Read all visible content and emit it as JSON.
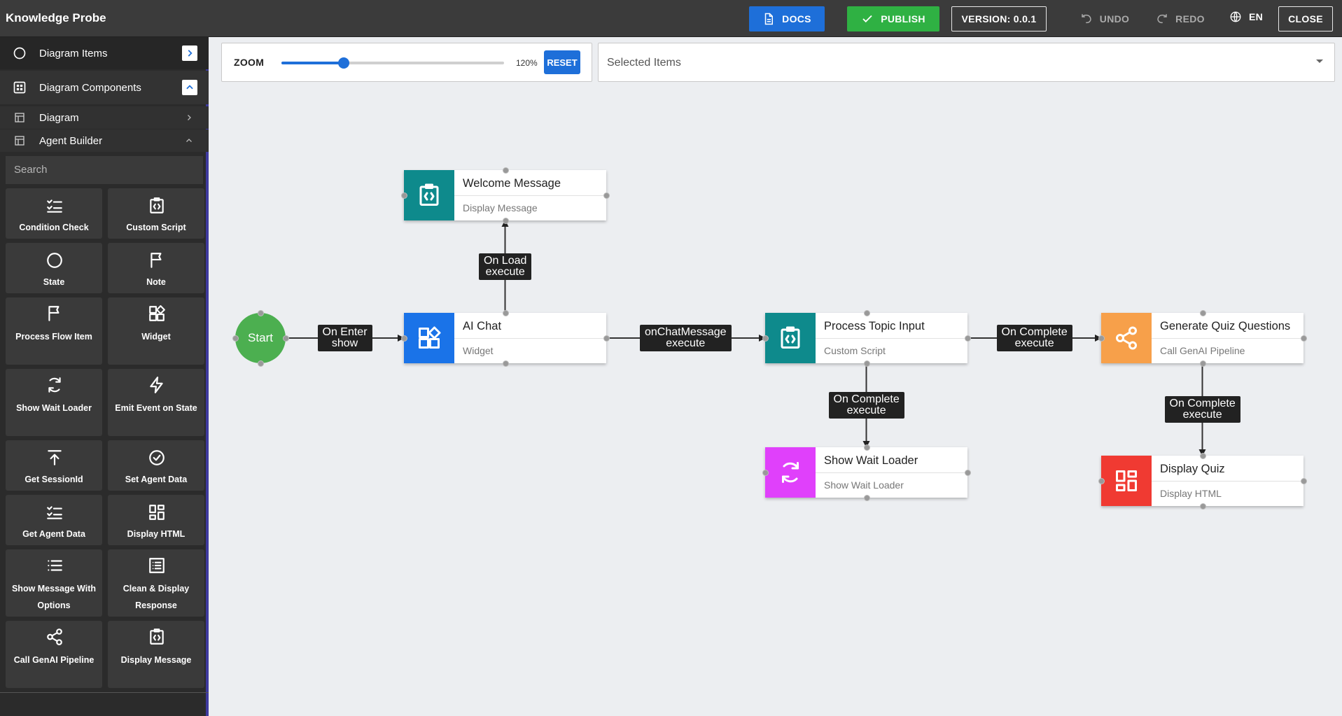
{
  "app": {
    "title": "Knowledge Probe"
  },
  "toolbar": {
    "docs": "DOCS",
    "publish": "PUBLISH",
    "version": "VERSION: 0.0.1",
    "undo": "UNDO",
    "redo": "REDO",
    "language": "EN",
    "close": "CLOSE"
  },
  "sidebar": {
    "diagram_items": "Diagram Items",
    "diagram_components": "Diagram Components",
    "diagram": "Diagram",
    "agent_builder": "Agent Builder",
    "search_placeholder": "Search",
    "tiles": [
      {
        "label": "Condition Check",
        "icon": "checklist-icon"
      },
      {
        "label": "Custom Script",
        "icon": "script-icon"
      },
      {
        "label": "State",
        "icon": "circle-icon"
      },
      {
        "label": "Note",
        "icon": "flag-icon"
      },
      {
        "label": "Process Flow Item",
        "icon": "flag-icon"
      },
      {
        "label": "Widget",
        "icon": "widgets-icon"
      },
      {
        "label": "Show Wait Loader",
        "icon": "sync-icon"
      },
      {
        "label": "Emit Event on State",
        "icon": "bolt-icon"
      },
      {
        "label": "Get SessionId",
        "icon": "upload-icon"
      },
      {
        "label": "Set Agent Data",
        "icon": "check-circle-icon"
      },
      {
        "label": "Get Agent Data",
        "icon": "checklist-icon"
      },
      {
        "label": "Display HTML",
        "icon": "dashboard-icon"
      },
      {
        "label": "Show Message With Options",
        "icon": "list-icon"
      },
      {
        "label": "Clean & Display Response",
        "icon": "list-box-icon"
      },
      {
        "label": "Call GenAI Pipeline",
        "icon": "share-icon"
      },
      {
        "label": "Display Message",
        "icon": "script-icon"
      }
    ]
  },
  "zoom": {
    "label": "ZOOM",
    "value_text": "120%",
    "level_fraction": 0.28,
    "reset": "RESET"
  },
  "selected": {
    "placeholder": "Selected Items"
  },
  "diagram": {
    "start": "Start",
    "nodes": [
      {
        "id": "welcome",
        "title": "Welcome Message",
        "subtitle": "Display Message",
        "color": "#0e8a8c",
        "icon": "script-icon"
      },
      {
        "id": "aichat",
        "title": "AI Chat",
        "subtitle": "Widget",
        "color": "#1a73e8",
        "icon": "widgets-icon"
      },
      {
        "id": "process",
        "title": "Process Topic Input",
        "subtitle": "Custom Script",
        "color": "#0e8a8c",
        "icon": "script-icon"
      },
      {
        "id": "quizgen",
        "title": "Generate Quiz Questions",
        "subtitle": "Call GenAI Pipeline",
        "color": "#f7a04a",
        "icon": "share-icon"
      },
      {
        "id": "loader",
        "title": "Show Wait Loader",
        "subtitle": "Show Wait Loader",
        "color": "#e040fb",
        "icon": "sync-icon"
      },
      {
        "id": "quiz",
        "title": "Display Quiz",
        "subtitle": "Display HTML",
        "color": "#f03a32",
        "icon": "dashboard-icon"
      }
    ],
    "edges": [
      {
        "from": "start",
        "to": "aichat",
        "label": [
          "On Enter",
          "show"
        ]
      },
      {
        "from": "aichat",
        "to": "welcome",
        "label": [
          "On Load",
          "execute"
        ]
      },
      {
        "from": "aichat",
        "to": "process",
        "label": [
          "onChatMessage",
          "execute"
        ]
      },
      {
        "from": "process",
        "to": "quizgen",
        "label": [
          "On Complete",
          "execute"
        ]
      },
      {
        "from": "process",
        "to": "loader",
        "label": [
          "On Complete",
          "execute"
        ]
      },
      {
        "from": "quizgen",
        "to": "quiz",
        "label": [
          "On Complete",
          "execute"
        ]
      }
    ]
  }
}
